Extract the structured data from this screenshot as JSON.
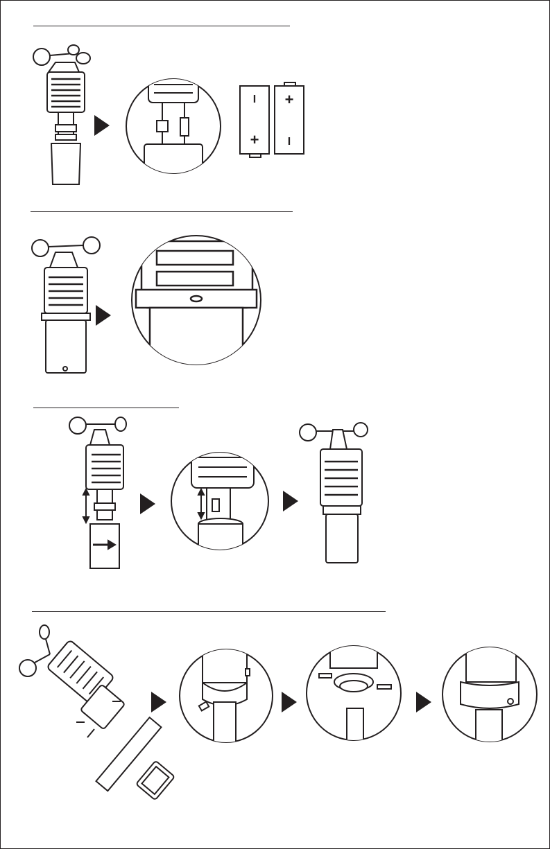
{
  "battery": {
    "cell1_top": "I",
    "cell1_bottom": "+",
    "cell2_top": "+",
    "cell2_bottom": "I"
  },
  "colors": {
    "ink": "#231f20",
    "paper": "#ffffff"
  },
  "icons": [
    "right-arrow-icon",
    "double-arrow-icon",
    "screw-icon",
    "battery-icon",
    "magnifier-circle"
  ]
}
